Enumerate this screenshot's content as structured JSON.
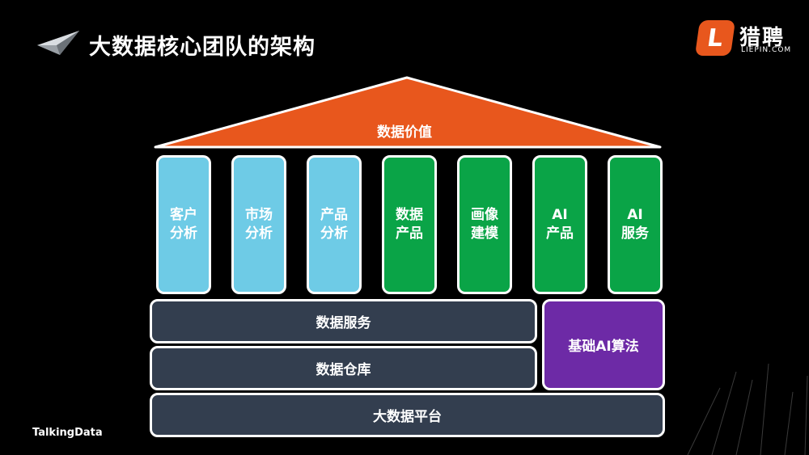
{
  "title": "大数据核心团队的架构",
  "logo": {
    "mark": "L",
    "name": "猎聘",
    "sub": "LIEPIN.COM",
    "color": "#e8571d"
  },
  "roof": {
    "label": "数据价值",
    "color": "#e8571d"
  },
  "pillars": [
    {
      "line1": "客户",
      "line2": "分析",
      "color": "#6ecbe6"
    },
    {
      "line1": "市场",
      "line2": "分析",
      "color": "#6ecbe6"
    },
    {
      "line1": "产品",
      "line2": "分析",
      "color": "#6ecbe6"
    },
    {
      "line1": "数据",
      "line2": "产品",
      "color": "#0aa447"
    },
    {
      "line1": "画像",
      "line2": "建模",
      "color": "#0aa447"
    },
    {
      "line1": "AI",
      "line2": "产品",
      "color": "#0aa447"
    },
    {
      "line1": "AI",
      "line2": "服务",
      "color": "#0aa447"
    }
  ],
  "layers": {
    "data_services": "数据服务",
    "data_warehouse": "数据仓库",
    "big_data_platform": "大数据平台",
    "ai_algorithms": "基础AI算法"
  },
  "footer": "TalkingData"
}
